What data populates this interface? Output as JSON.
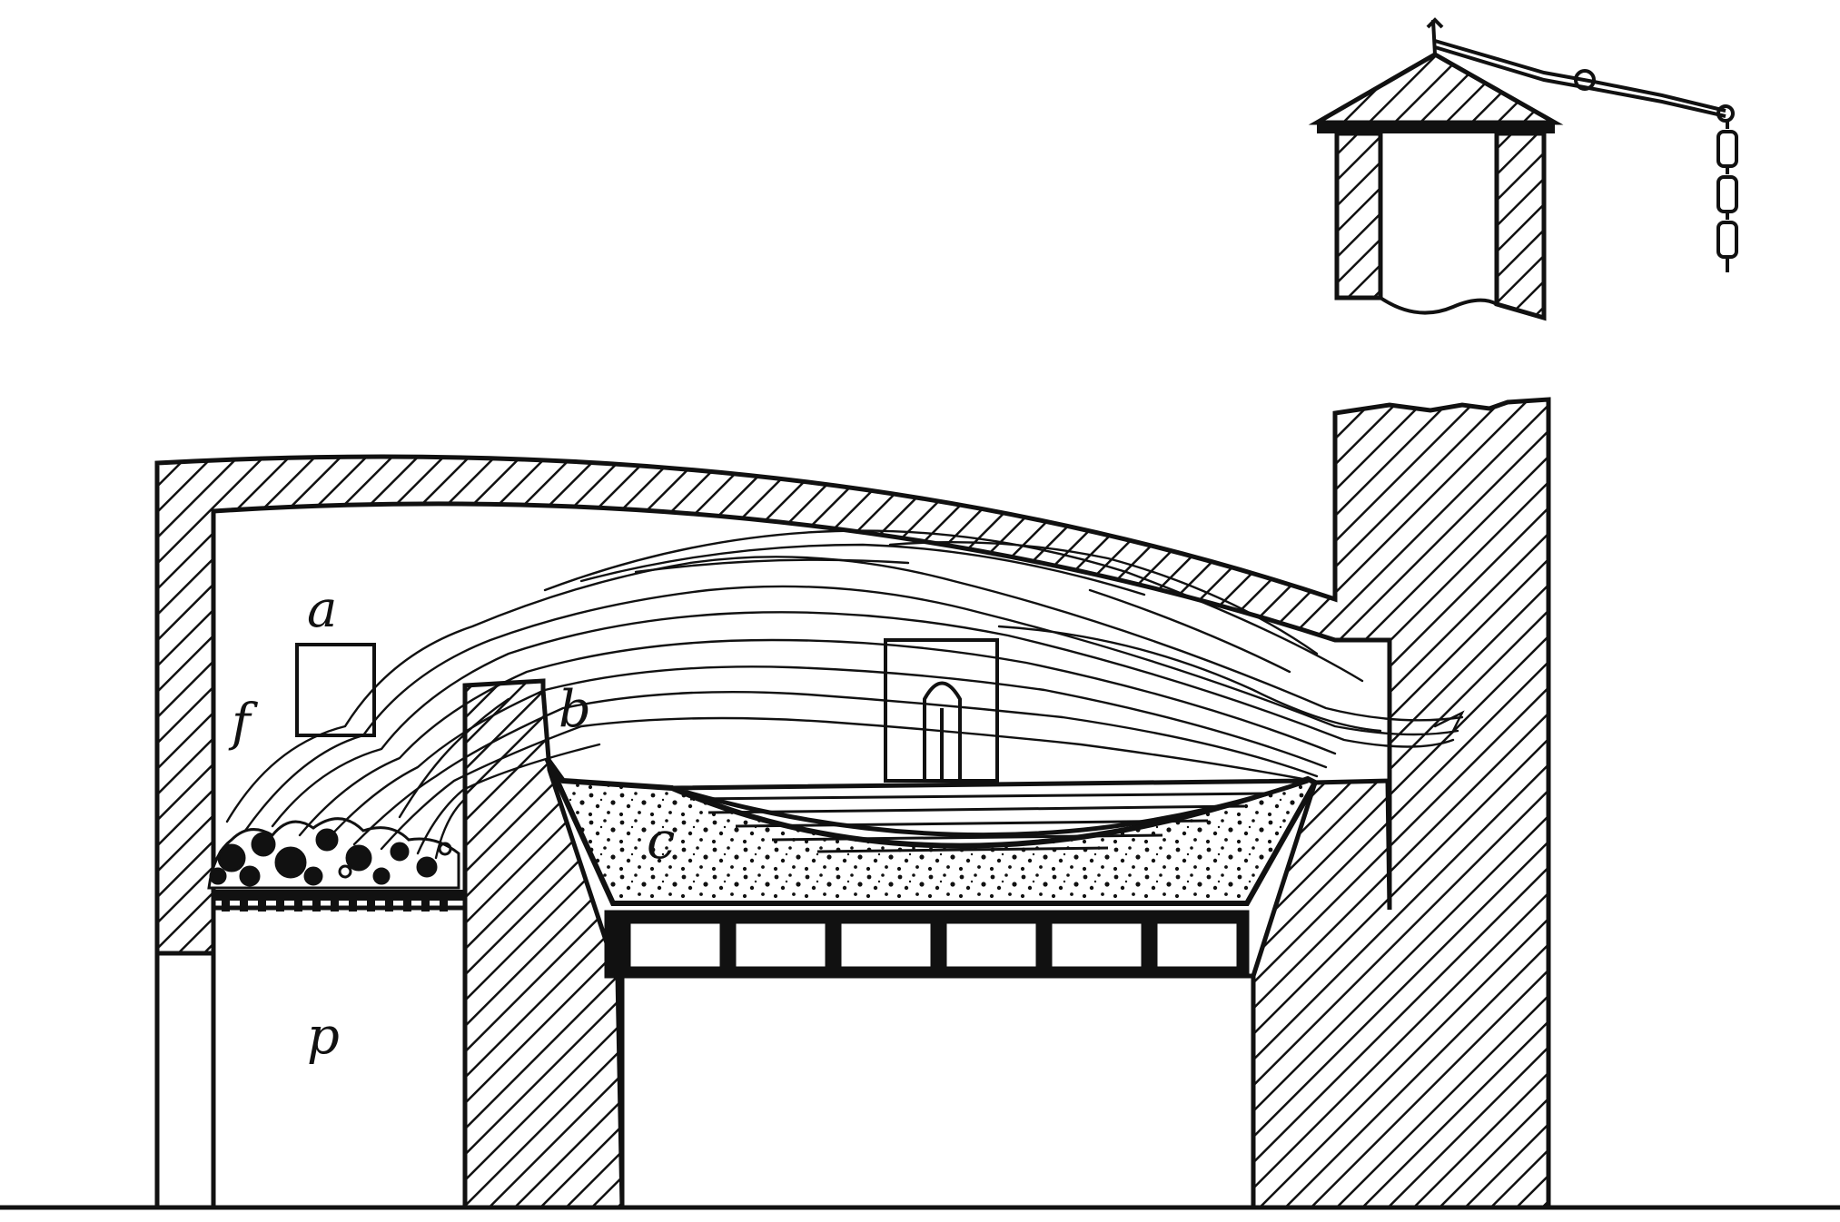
{
  "figure": {
    "labels": {
      "a": "a",
      "b": "b",
      "c": "c",
      "f": "f",
      "p": "p"
    },
    "colors": {
      "ink": "#111111",
      "paper": "#ffffff"
    }
  }
}
